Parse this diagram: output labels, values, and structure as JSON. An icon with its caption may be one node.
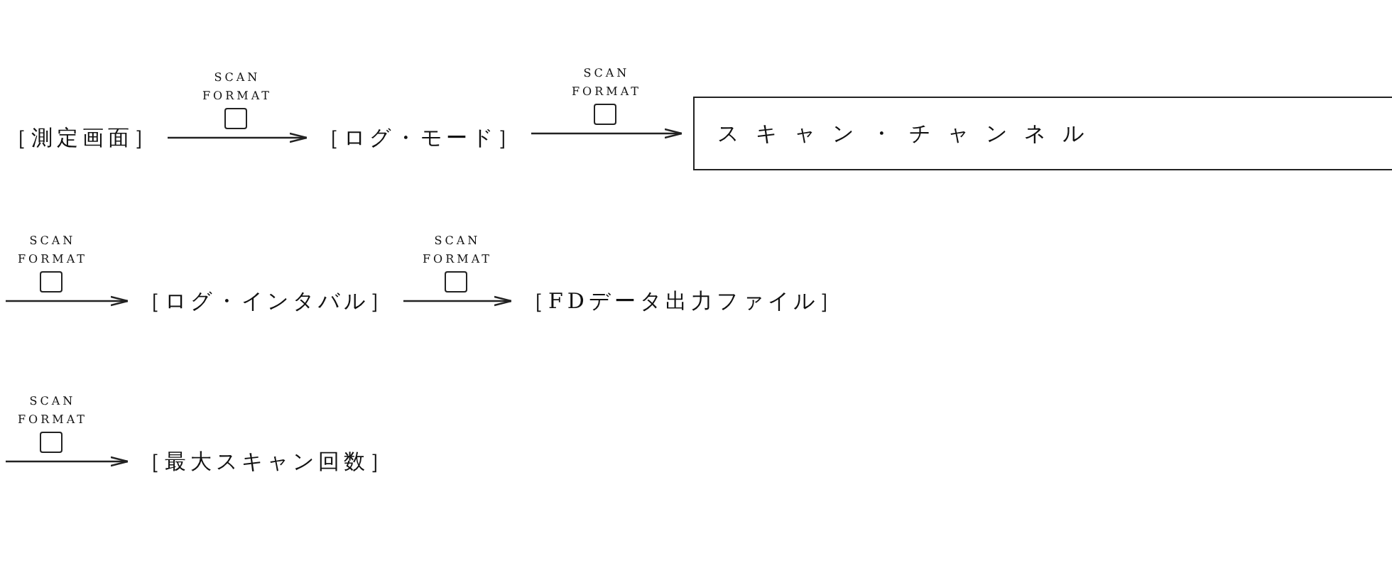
{
  "diagram": {
    "nodes": [
      {
        "text": [
          "［測定画面］"
        ]
      },
      {
        "text": [
          "［ログ・モード］"
        ]
      },
      {
        "text": [
          "スキャン・チャンネル"
        ]
      },
      {
        "text": [
          "［ログ・インタバル］"
        ]
      },
      {
        "text": [
          "［FDデータ出力ファイル］"
        ]
      },
      {
        "text": [
          "［最大スキャン回数］"
        ]
      }
    ],
    "edges": [
      {
        "from": 0,
        "to": 1,
        "arrow": "to",
        "label": "SCAN FORMAT"
      },
      {
        "from": 1,
        "to": 2,
        "arrow": "to",
        "label": "SCAN FORMAT"
      },
      {
        "from": null,
        "to": 3,
        "arrow": "to",
        "label": "SCAN FORMAT"
      },
      {
        "from": 3,
        "to": 4,
        "arrow": "to",
        "label": "SCAN FORMAT"
      },
      {
        "from": null,
        "to": 5,
        "arrow": "to",
        "label": "SCAN FORMAT"
      }
    ]
  }
}
